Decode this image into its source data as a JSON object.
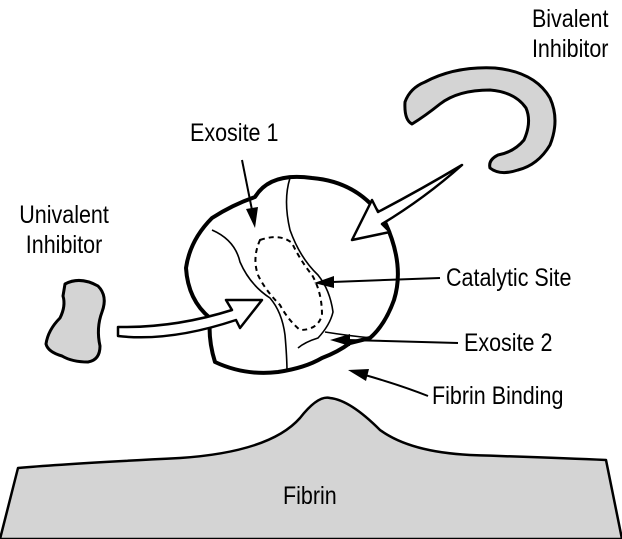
{
  "labels": {
    "bivalent_inhibitor": "Bivalent\nInhibitor",
    "exosite_1": "Exosite 1",
    "univalent_inhibitor": "Univalent\nInhibitor",
    "catalytic_site": "Catalytic Site",
    "exosite_2": "Exosite 2",
    "fibrin_binding": "Fibrin Binding",
    "fibrin": "Fibrin"
  },
  "colors": {
    "outline": "#000000",
    "molecule_fill": "#d4d4d4",
    "background": "#ffffff"
  }
}
